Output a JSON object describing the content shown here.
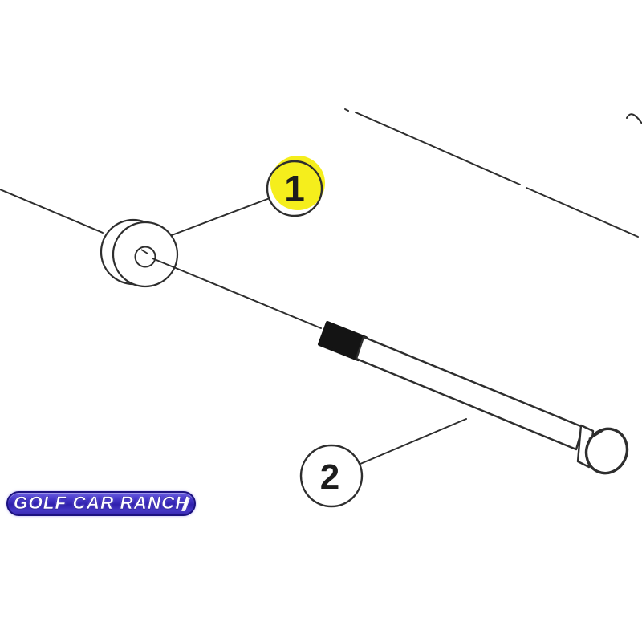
{
  "figure": {
    "description": "exploded-parts-diagram"
  },
  "callouts": [
    {
      "number": "1",
      "highlighted": true
    },
    {
      "number": "2",
      "highlighted": false
    }
  ],
  "logo": {
    "text": "GOLF CAR RANCH"
  },
  "colors": {
    "background": "#ffffff",
    "line": "#2e2e2e",
    "callout_highlight": "#f5ee1c",
    "bolt_thread": "#141414",
    "logo_blue": "#3a2ab5",
    "logo_border": "#1c1280",
    "logo_text": "#ffffff"
  }
}
